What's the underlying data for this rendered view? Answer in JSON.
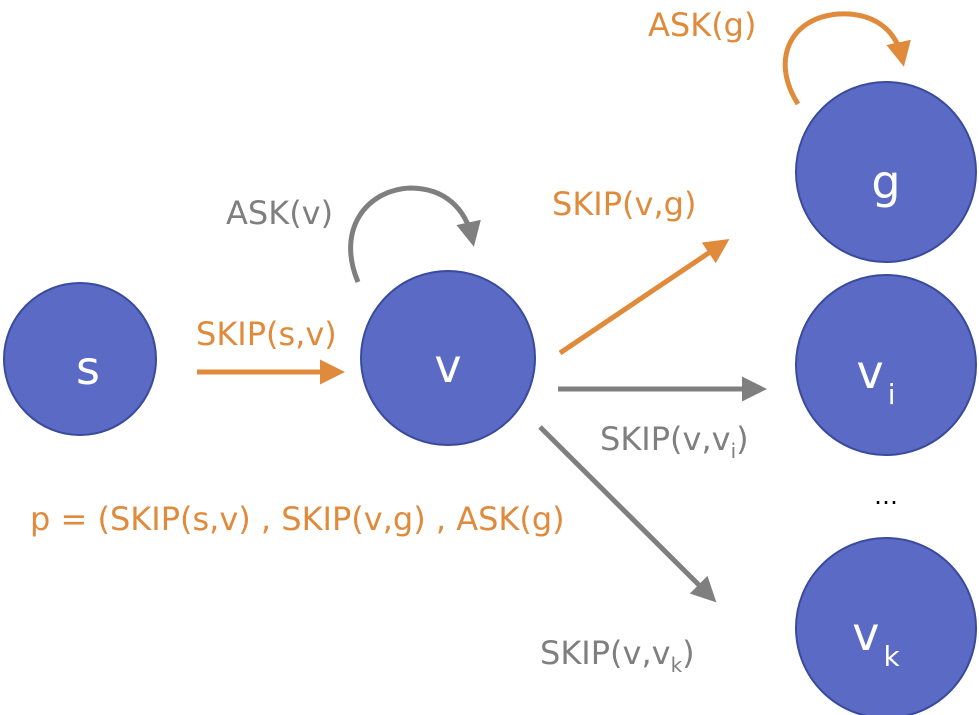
{
  "nodes": {
    "s": "s",
    "v": "v",
    "g": "g",
    "vi": {
      "base": "v",
      "sub": "i"
    },
    "vk": {
      "base": "v",
      "sub": "k"
    }
  },
  "labels": {
    "ask_g": "ASK(g)",
    "ask_v": "ASK(v)",
    "skip_sv": "SKIP(s,v)",
    "skip_vg": "SKIP(v,g)",
    "skip_vvi": {
      "prefix": "SKIP(v,v",
      "sub": "i",
      "suffix": ")"
    },
    "skip_vvk": {
      "prefix": "SKIP(v,v",
      "sub": "k",
      "suffix": ")"
    },
    "path": "p = (SKIP(s,v) , SKIP(v,g) , ASK(g)",
    "ellipsis": "…"
  },
  "colors": {
    "node_fill": "#5b6bc5",
    "chosen_path": "#e08a3c",
    "other_edges": "#7f7f7f"
  }
}
